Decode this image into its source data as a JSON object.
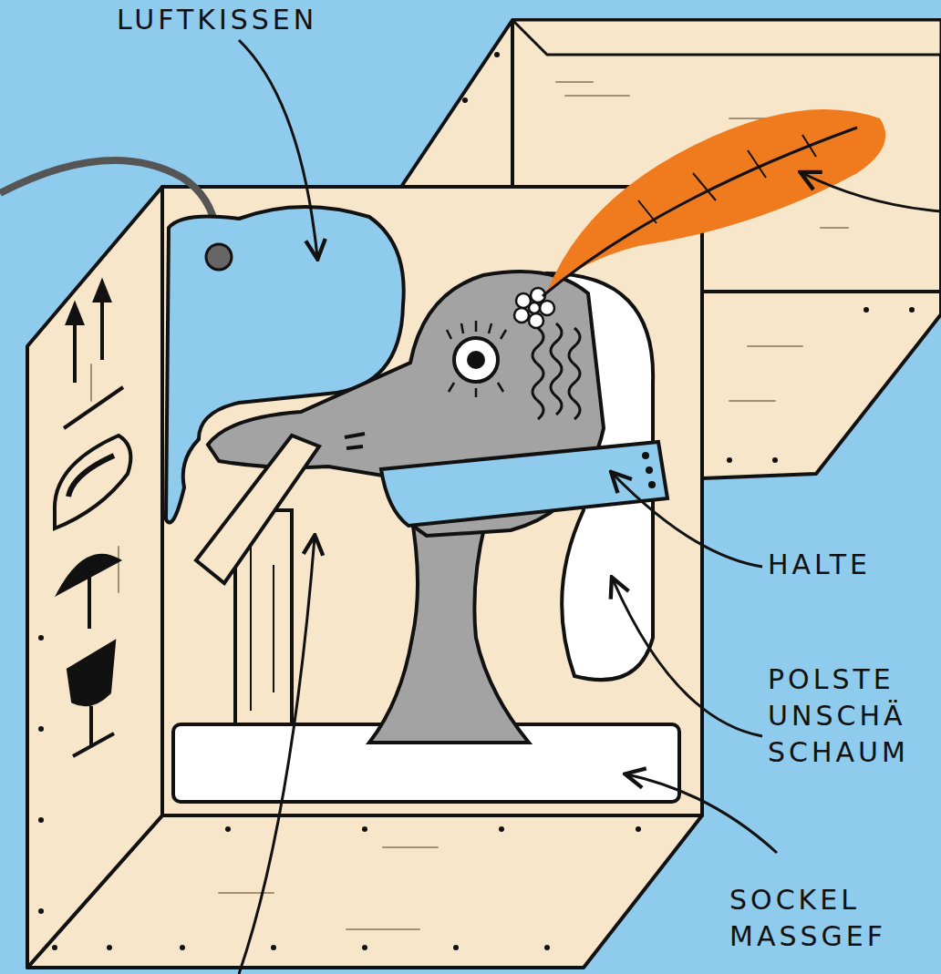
{
  "diagram": {
    "labels": [
      "LUFTKISSEN",
      "HALTE",
      "POLSTE UNSCHÄ SCHAUM",
      "SOCKEL MASSGEF"
    ]
  }
}
